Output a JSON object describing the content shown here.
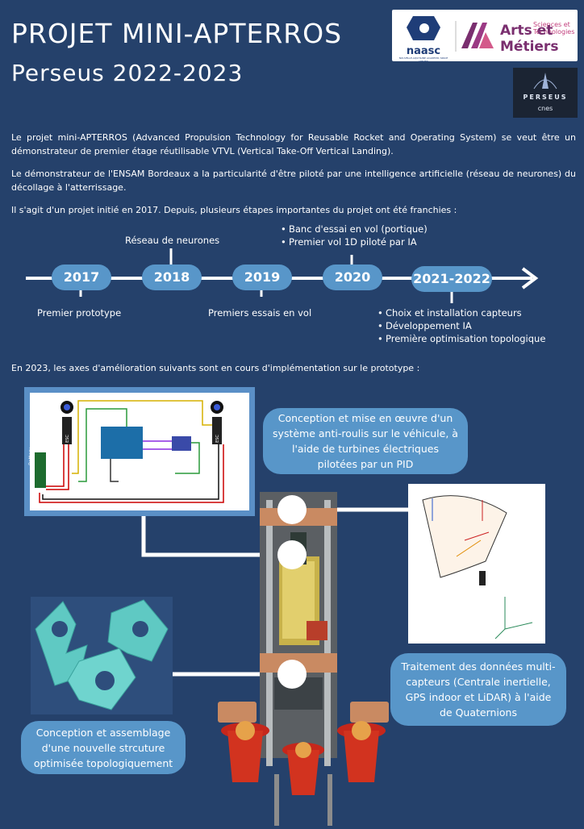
{
  "header": {
    "title": "PROJET MINI-APTERROS",
    "subtitle": "Perseus 2022-2023"
  },
  "logos": {
    "naasc": "naasc",
    "naasc_small": "NOUVELLE-AQUITAINE ACADEMIC SPACE CENTER",
    "am_small": "Sciences et Technologies",
    "am_big": "Arts et Métiers",
    "perseus": "PERSEUS",
    "cnes": "cnes"
  },
  "paragraphs": {
    "p1": "Le projet mini-APTERROS (Advanced Propulsion Technology for Reusable  Rocket and Operating System) se veut être un démonstrateur de premier étage réutilisable VTVL (Vertical  Take-Off Vertical Landing).",
    "p2": "Le démonstrateur de l'ENSAM Bordeaux a la particularité d'être piloté par une intelligence artificielle  (réseau de neurones) du décollage à l'atterrissage.",
    "p3": "Il s'agit d'un projet initié en 2017. Depuis, plusieurs étapes importantes du projet ont été franchies  :",
    "p4": "En 2023, les axes d'amélioration suivants sont en cours d'implémentation sur le prototype :"
  },
  "timeline": {
    "years": [
      "2017",
      "2018",
      "2019",
      "2020",
      "2021-2022"
    ],
    "label_2017": "Premier prototype",
    "label_2018": "Réseau de neurones",
    "label_2019": "Premiers essais en vol",
    "items_2020": [
      "Banc d'essai en vol (portique)",
      "Premier vol 1D piloté par IA"
    ],
    "items_2021": [
      "Choix et installation capteurs",
      "Développement IA",
      "Première optimisation topologique"
    ]
  },
  "bubbles": {
    "antiroll": "Conception et mise en œuvre d'un système anti-roulis sur le véhicule, à l'aide de turbines électriques pilotées par un PID",
    "data": "Traitement des données multi-capteurs (Centrale inertielle, GPS indoor et LiDAR) à l'aide de Quaternions",
    "structure": "Conception et assemblage d'une nouvelle strcuture optimisée topologiquement"
  },
  "circuit": {
    "battery": "Battery",
    "esc": "ESC"
  },
  "colors": {
    "background": "#25416b",
    "accent": "#5896c9",
    "frame": "#5a8fc6"
  }
}
